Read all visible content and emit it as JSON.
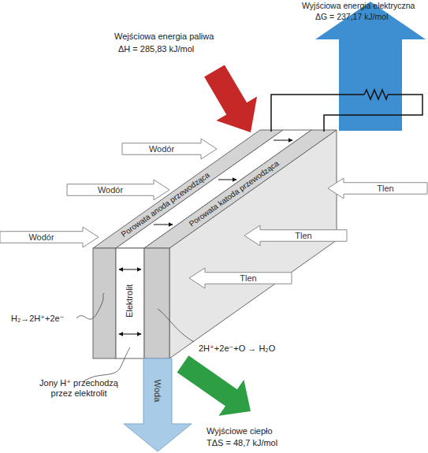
{
  "diagram": {
    "nodes": [
      {
        "text": [
          "Wodór"
        ]
      },
      {
        "text": [
          "Wodór"
        ]
      },
      {
        "text": [
          "Wodór"
        ]
      },
      {
        "text": [
          "Tlen"
        ]
      },
      {
        "text": [
          "Tlen"
        ]
      },
      {
        "text": [
          "Tlen"
        ]
      },
      {
        "text": [
          "Woda"
        ]
      }
    ],
    "labels": [
      "Wejściowa energia paliwa",
      "ΔH = 285,83 kJ/mol",
      "Wyjściowa energia elektryczna",
      "ΔG = 237,17 kJ/mol",
      "Porowata anoda przewodząca",
      "Porowata katoda przewodząca",
      "Elektrolit",
      "H₂→2H⁺+2e⁻",
      "2H⁺+2e⁻+O → H₂O",
      "Jony H⁺ przechodzą przez elektrolit",
      "Wyjściowe ciepło",
      "TΔS = 48,7 kJ/mol"
    ]
  }
}
